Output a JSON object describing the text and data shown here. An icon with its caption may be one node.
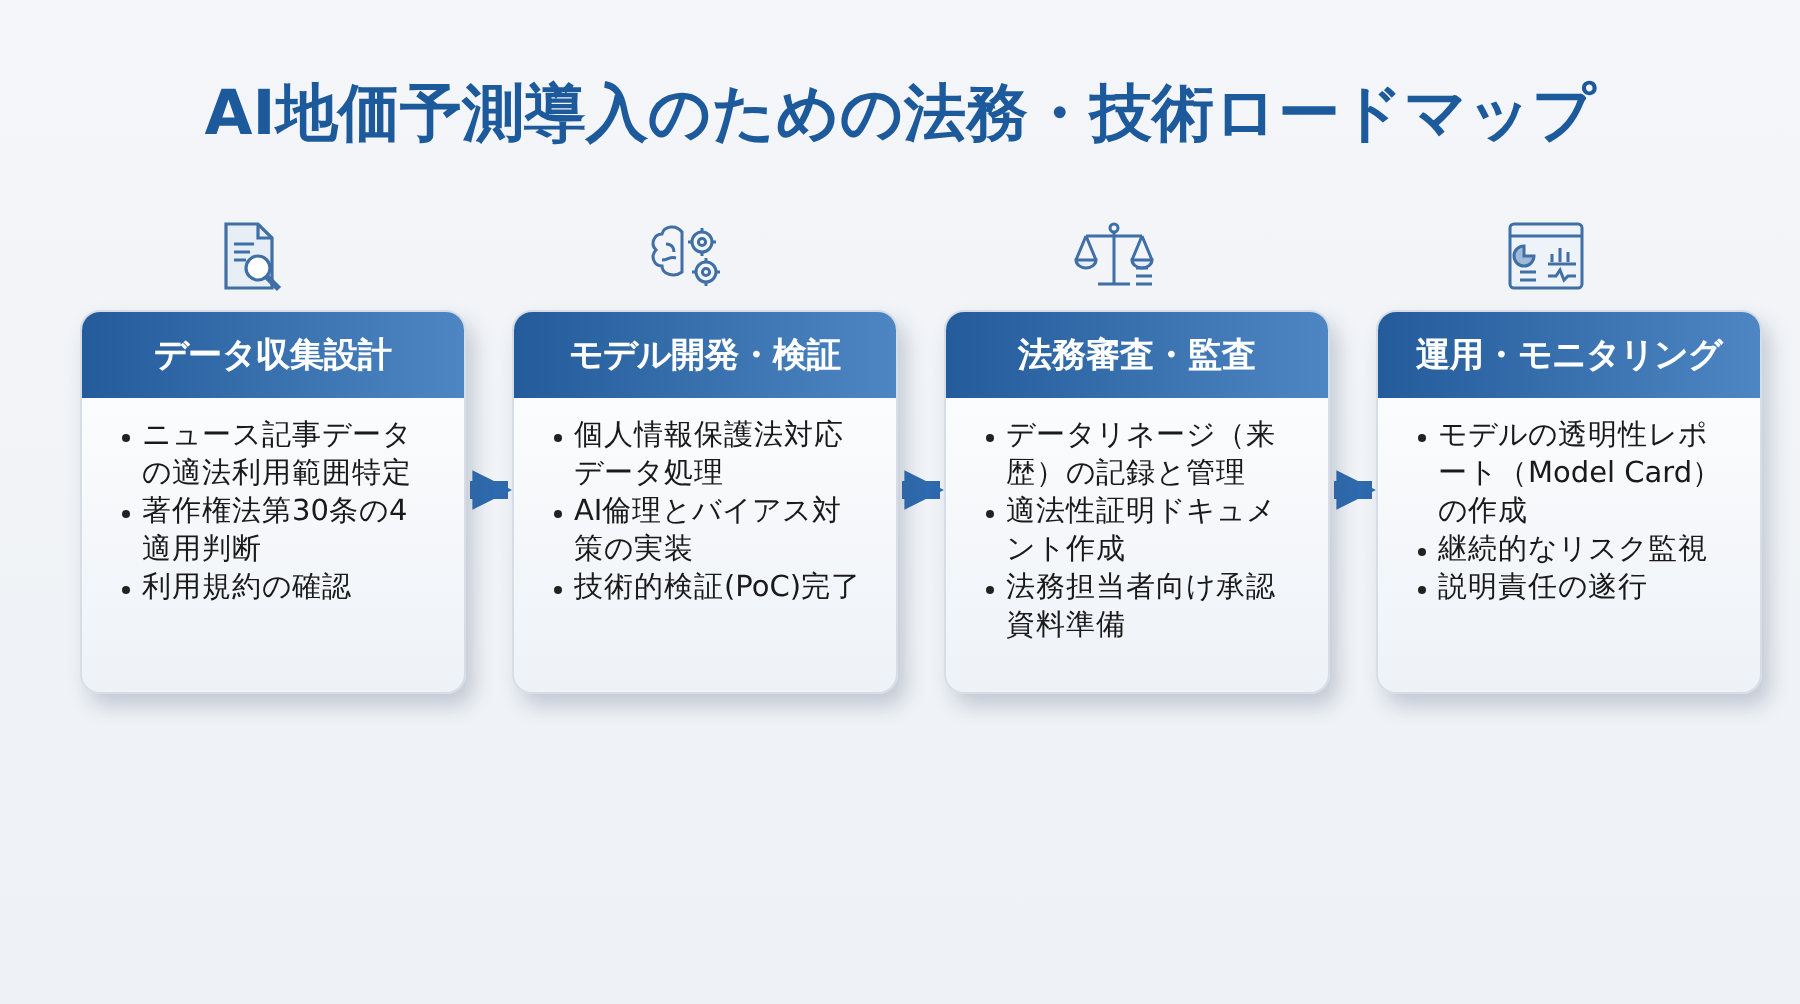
{
  "diagram": {
    "title": "AI地価予測導入のための法務・技術ロードマップ",
    "nodes": [
      {
        "text": [
          "データ収集設計",
          "ニュース記事データの適法利用範囲特定",
          "著作権法第30条の4適用判断",
          "利用規約の確認"
        ]
      },
      {
        "text": [
          "モデル開発・検証",
          "個人情報保護法対応データ処理",
          "AI倫理とバイアス対策の実装",
          "技術的検証(PoC)完了"
        ]
      },
      {
        "text": [
          "法務審査・監査",
          "データリネージ（来歴）の記録と管理",
          "適法性証明ドキュメント作成",
          "法務担当者向け承認資料準備"
        ]
      },
      {
        "text": [
          "運用・モニタリング",
          "モデルの透明性レポート（Model Card）の作成",
          "継続的なリスク監視",
          "説明責任の遂行"
        ]
      }
    ],
    "edges": [
      {
        "from": 0,
        "to": 1,
        "arrow": "to"
      },
      {
        "from": 1,
        "to": 2,
        "arrow": "to"
      },
      {
        "from": 2,
        "to": 3,
        "arrow": "to"
      }
    ]
  }
}
